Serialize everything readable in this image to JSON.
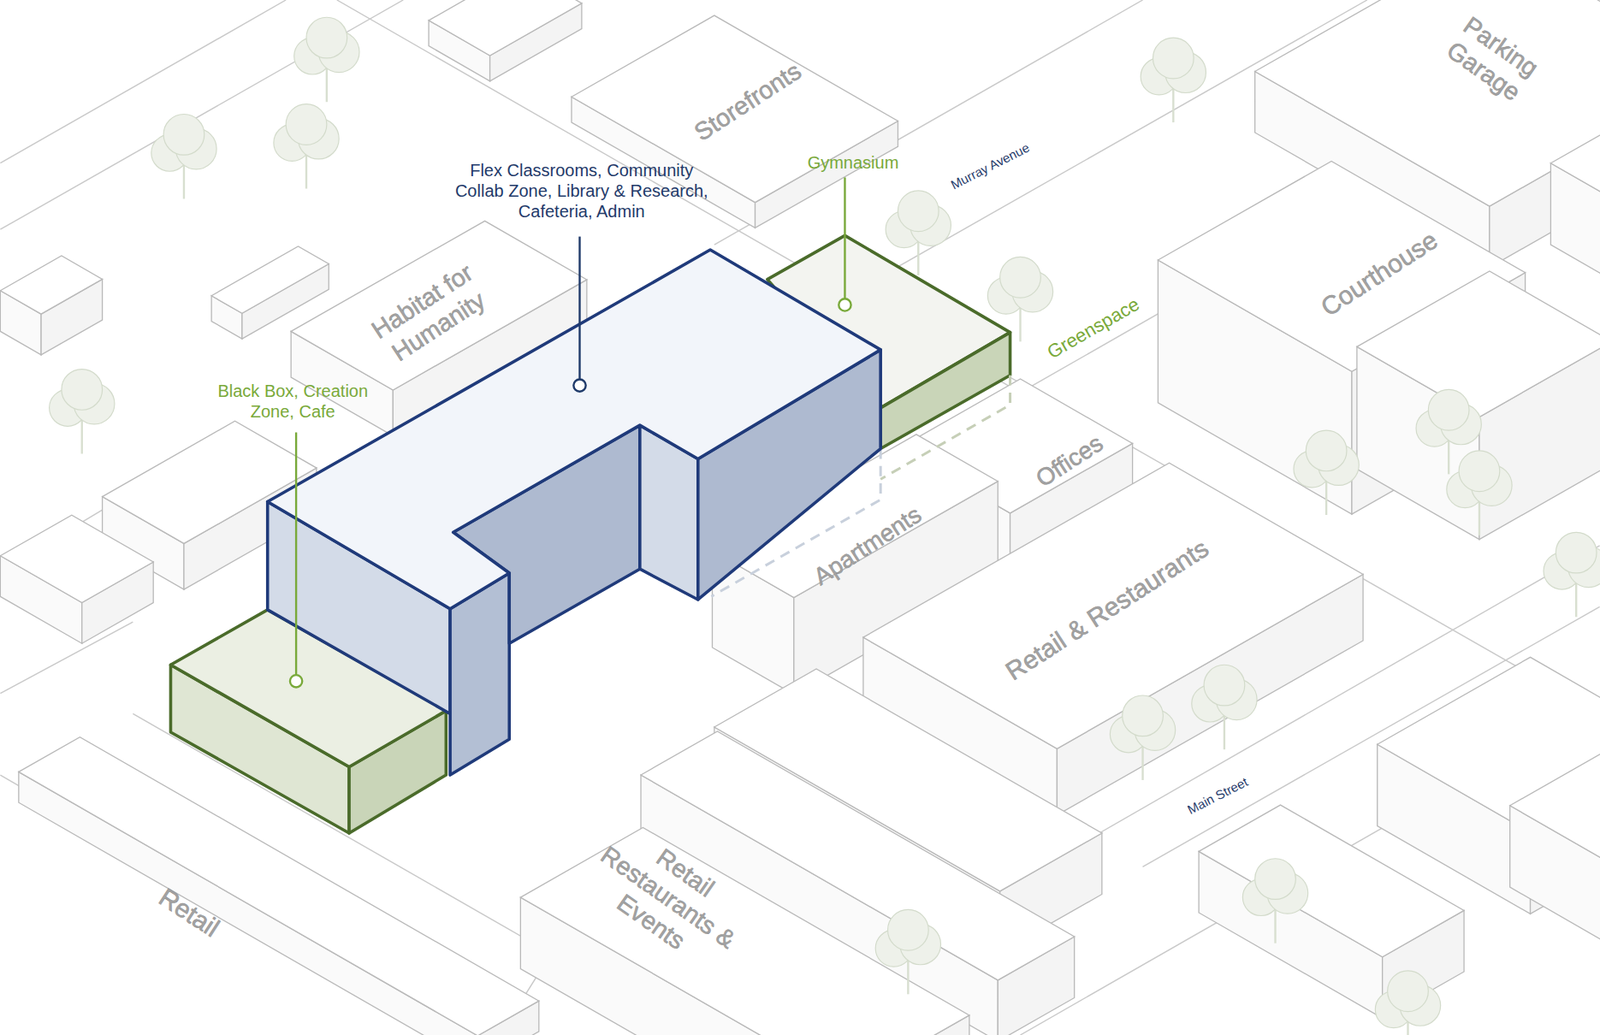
{
  "diagram": {
    "nodes": [
      {
        "text": [
          "Storefronts"
        ]
      },
      {
        "text": [
          "Parking Garage"
        ]
      },
      {
        "text": [
          "Flex Classrooms, Community Collab Zone, Library & Research, Cafeteria, Admin"
        ]
      },
      {
        "text": [
          "Gymnasium"
        ]
      },
      {
        "text": [
          "Habitat for Humanity"
        ]
      },
      {
        "text": [
          "Courthouse"
        ]
      },
      {
        "text": [
          "Black Box, Creation Zone, Cafe"
        ]
      },
      {
        "text": [
          "Offices"
        ]
      },
      {
        "text": [
          "Apartments"
        ]
      },
      {
        "text": [
          "Retail & Restaurants"
        ]
      },
      {
        "text": [
          "Retail Restaurants & Events"
        ]
      },
      {
        "text": [
          "Retail"
        ]
      }
    ],
    "labels": [
      "Murray Avenue",
      "Greenspace",
      "Main Street"
    ]
  }
}
